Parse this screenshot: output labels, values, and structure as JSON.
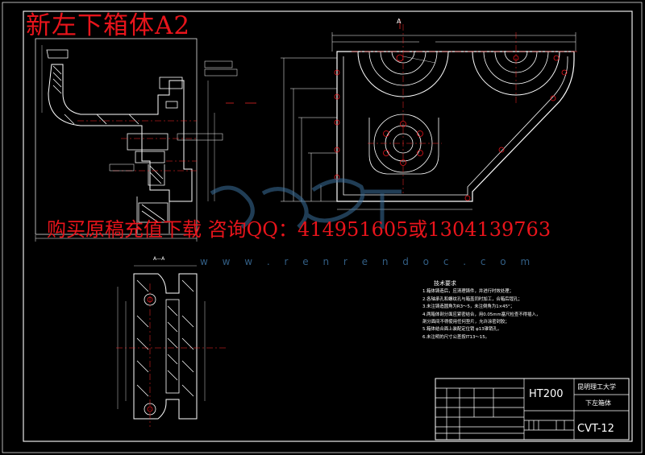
{
  "overlay": {
    "title": "新左下箱体A2",
    "promo": "购买原稿充值下载 咨询QQ：414951605或1304139763",
    "watermark_url": "w w w . r e n r e n d o c . c o m"
  },
  "title_block": {
    "material": "HT200",
    "school": "昆明理工大学",
    "part_name": "下左箱体",
    "drawing_no": "CVT-12"
  },
  "tech_req": {
    "heading": "技术要求",
    "lines": [
      "1.箱体铸造后，应清理铸件，并进行时效处理；",
      "2.各轴承孔和螺纹孔与箱盖同时加工，合箱后镗孔；",
      "3.未注铸造圆角为R3～5，未注倒角为1×45°；",
      "4.两箱体剖分面应紧密结合，用0.05mm塞尺检查不得插入，",
      "剖分面间不得使用任何垫片，允许涂密封胶；",
      "5.箱体结合面上装配定位销 φ13锥销孔，",
      "6.未注明的尺寸公差按IT13～15。"
    ]
  },
  "section_labels": {
    "top": "A",
    "section": "A—A"
  },
  "colors": {
    "background": "#000000",
    "line": "#ffffff",
    "accent_red": "#e8141b",
    "center_line": "#ff2a2a",
    "watermark": "#3b6f9c"
  }
}
